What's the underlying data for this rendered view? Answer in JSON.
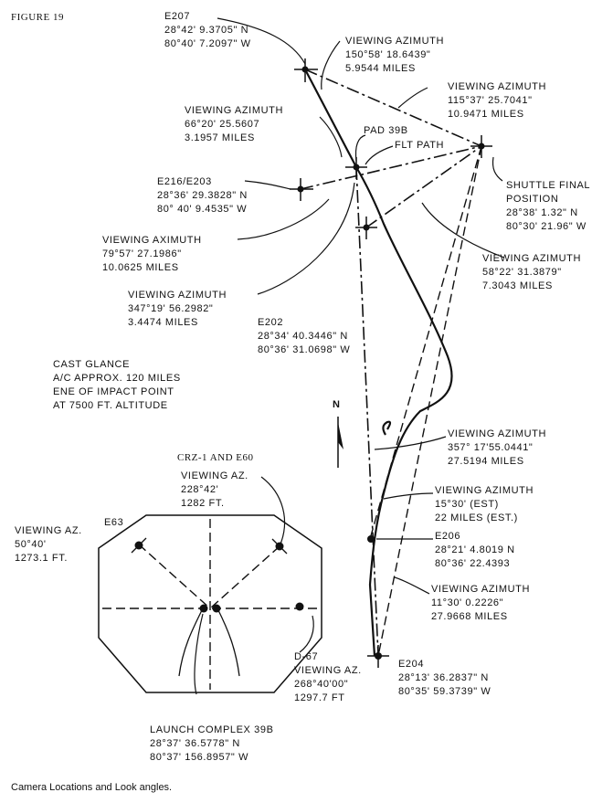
{
  "figure_title": "FIGURE 19",
  "caption": "Camera Locations and Look angles.",
  "north_label": "N",
  "labels": {
    "e207": [
      "E207",
      "28°42' 9.3705\" N",
      "80°40' 7.2097\" W"
    ],
    "va_150": [
      "VIEWING AZIMUTH",
      "150°58' 18.6439\"",
      "5.9544 MILES"
    ],
    "va_115": [
      "VIEWING AZIMUTH",
      "115°37' 25.7041\"",
      "10.9471 MILES"
    ],
    "va_66": [
      "VIEWING AZIMUTH",
      "66°20' 25.5607",
      "3.1957 MILES"
    ],
    "pad": "PAD 39B",
    "flt": "FLT PATH",
    "e216": [
      "E216/E203",
      "28°36' 29.3828\" N",
      "80° 40' 9.4535\" W"
    ],
    "shuttle": [
      "SHUTTLE FINAL",
      "POSITION",
      "28°38' 1.32\" N",
      "80°30' 21.96\" W"
    ],
    "va_79": [
      "VIEWING AXIMUTH",
      "79°57' 27.1986\"",
      "10.0625 MILES"
    ],
    "va_58": [
      "VIEWING AZIMUTH",
      "58°22' 31.3879\"",
      "7.3043 MILES"
    ],
    "va_347": [
      "VIEWING AZIMUTH",
      "347°19' 56.2982\"",
      "3.4474 MILES"
    ],
    "e202": [
      "E202",
      "28°34' 40.3446\" N",
      "80°36' 31.0698\" W"
    ],
    "cast": [
      "CAST GLANCE",
      "A/C APPROX. 120 MILES",
      "ENE OF IMPACT POINT",
      "AT 7500 FT. ALTITUDE"
    ],
    "va_357": [
      "VIEWING AZIMUTH",
      "357° 17'55.0441\"",
      "27.5194 MILES"
    ],
    "crz": "CRZ-1  AND E60",
    "va_228": [
      "VIEWING AZ.",
      "228°42'",
      "1282 FT."
    ],
    "va_15": [
      "VIEWING AZIMUTH",
      "15°30' (EST)",
      "22 MILES (EST.)"
    ],
    "e63": "E63",
    "va_50": [
      "VIEWING AZ.",
      "50°40'",
      "1273.1 FT."
    ],
    "e206": [
      "E206",
      "28°21' 4.8019 N",
      "80°36' 22.4393"
    ],
    "va_11": [
      "VIEWING AZIMUTH",
      "11°30' 0.2226\"",
      "27.9668 MILES"
    ],
    "d67": [
      "D-67",
      "VIEWING AZ.",
      "268°40'00\"",
      "1297.7 FT"
    ],
    "e204": [
      "E204",
      "28°13' 36.2837\" N",
      "80°35' 59.3739\" W"
    ],
    "lc": [
      "LAUNCH COMPLEX 39B",
      "28°37' 36.5778\" N",
      "80°37' 156.8957\" W"
    ]
  }
}
